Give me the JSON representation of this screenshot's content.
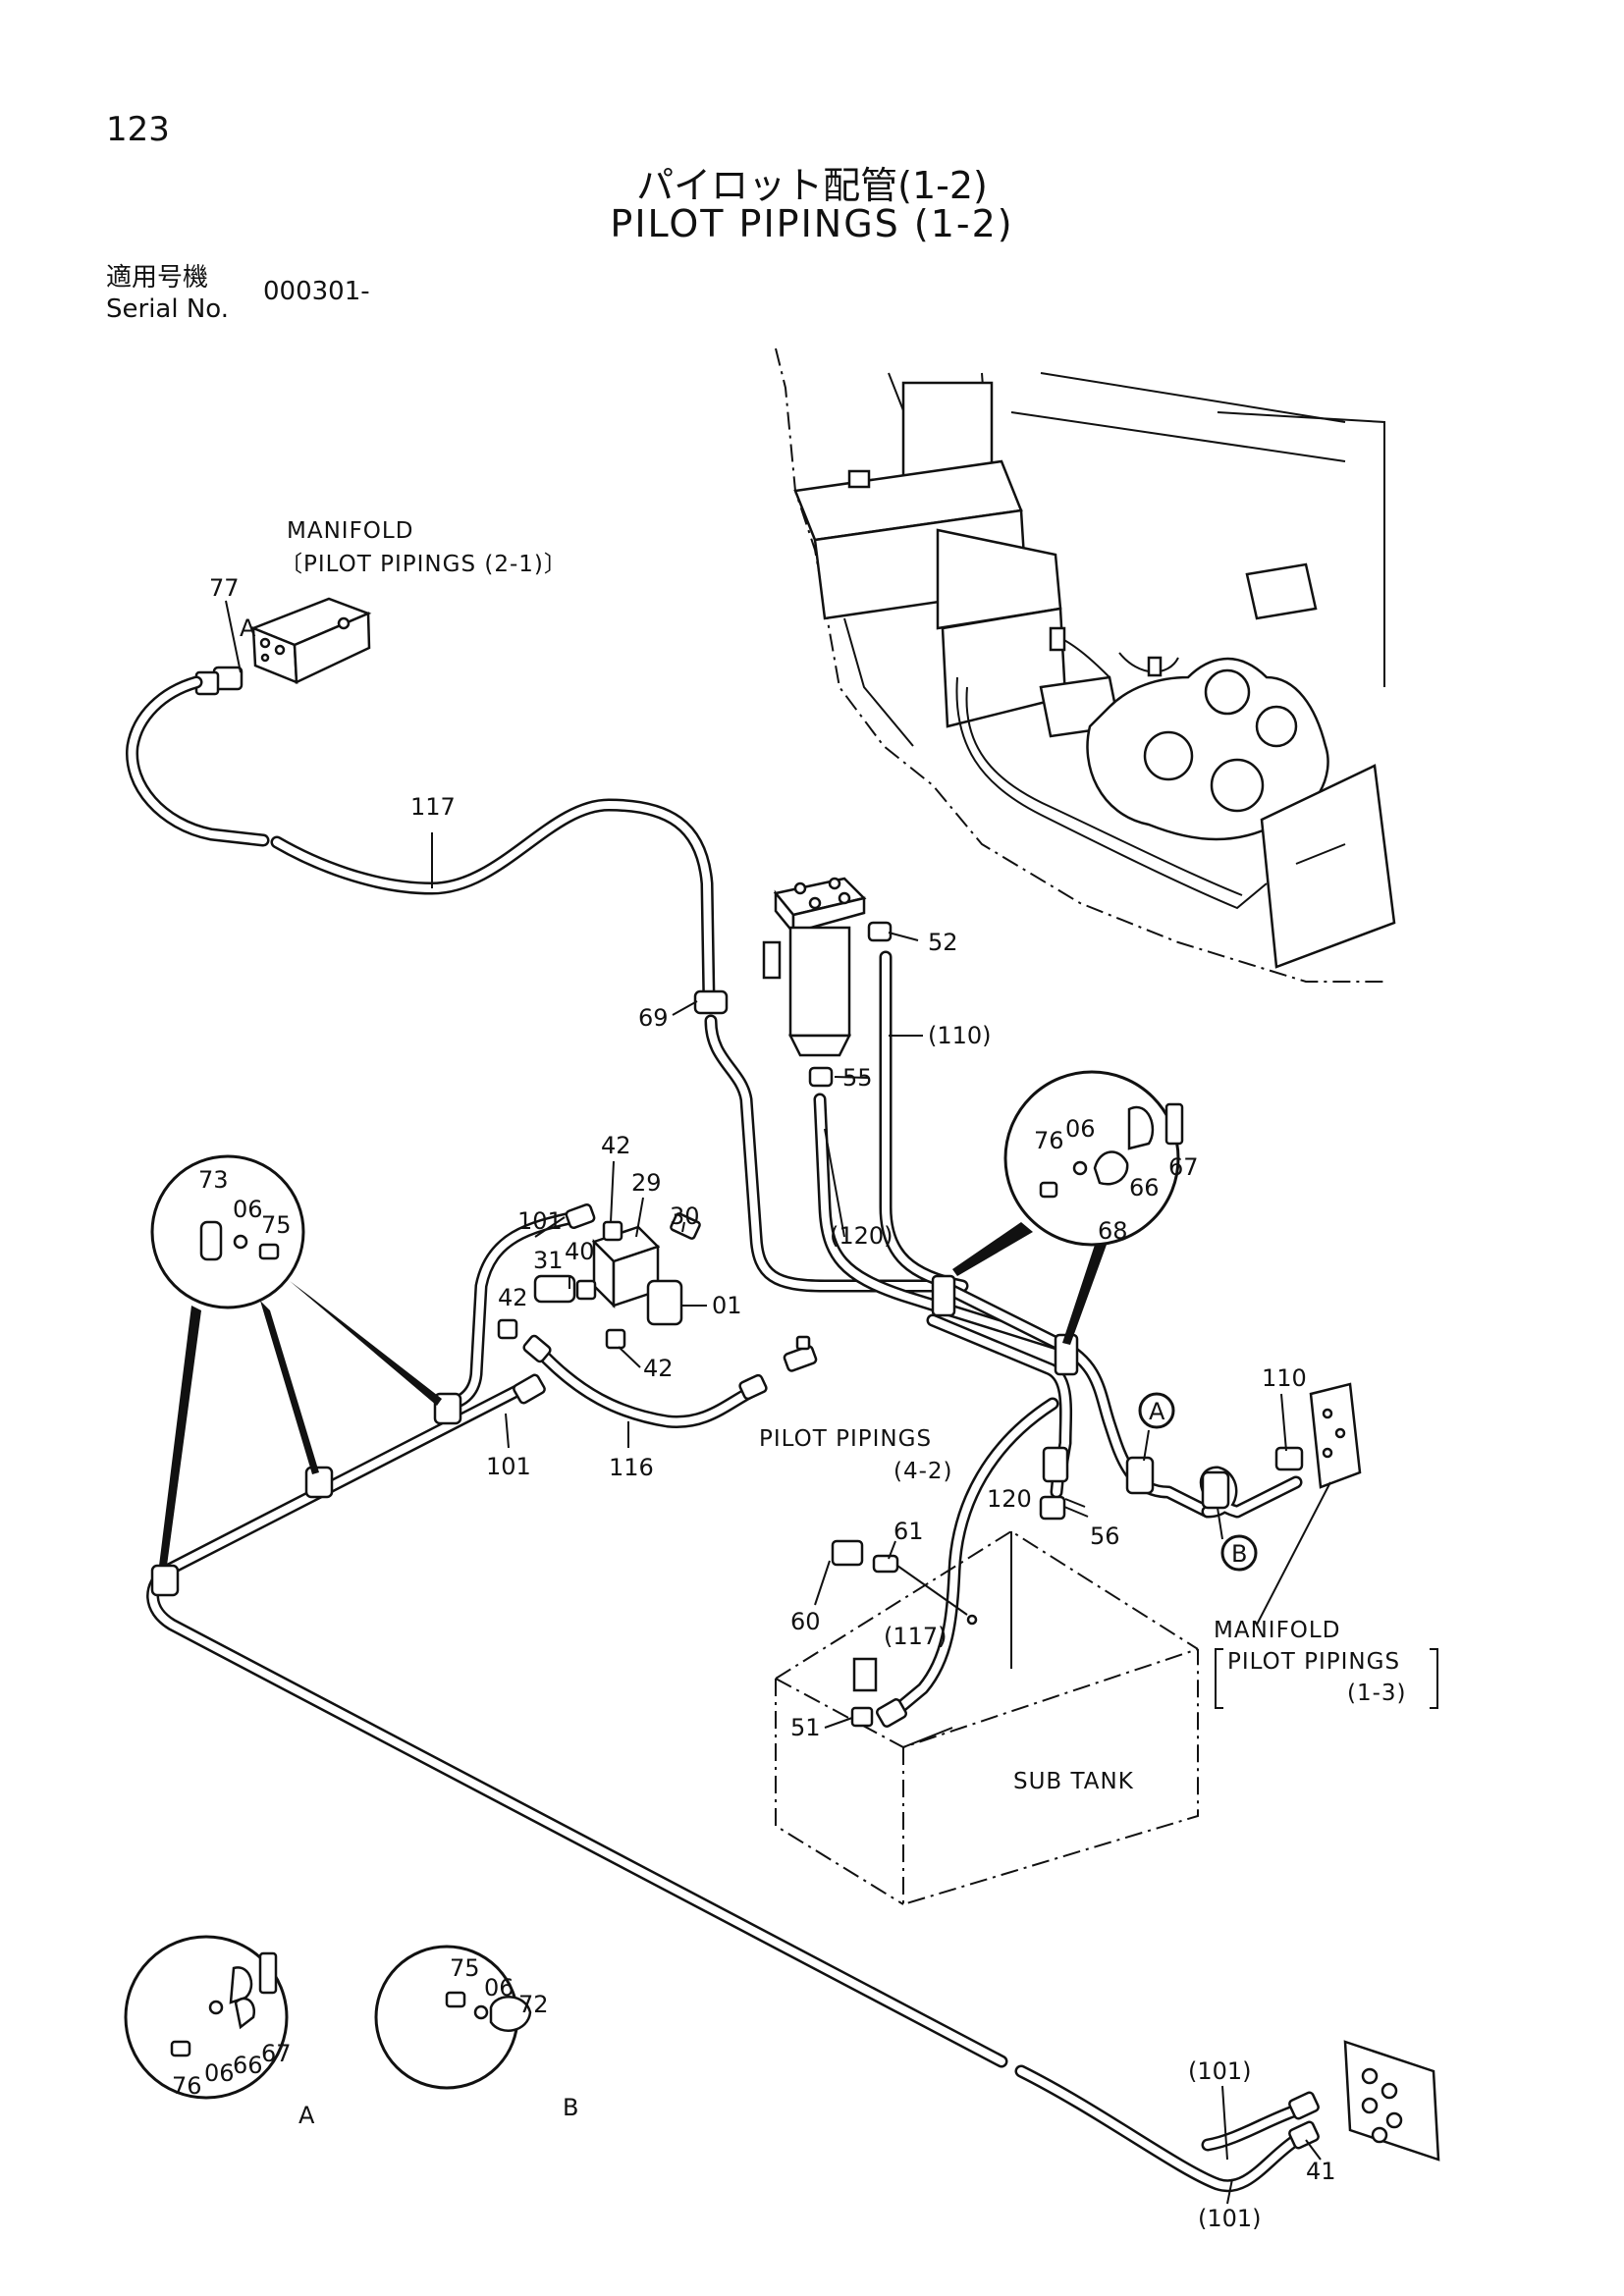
{
  "header": {
    "page_number": "123",
    "title_jp": "パイロット配管(1-2)",
    "title_en": "PILOT PIPINGS (1-2)",
    "serial_label_jp": "適用号機",
    "serial_label_en": "Serial No.",
    "serial_value": "000301-"
  },
  "callouts": {
    "manifold_top_l1": "MANIFOLD",
    "manifold_top_l2": "〔PILOT PIPINGS (2-1)〕",
    "pilot_pipings_l1": "PILOT PIPINGS",
    "pilot_pipings_l2": "(4-2)",
    "manifold_right_l1": "MANIFOLD",
    "manifold_right_l2": "PILOT PIPINGS",
    "manifold_right_l3": "(1-3)",
    "sub_tank": "SUB TANK"
  },
  "part_labels": {
    "p77": "77",
    "pA_top": "A",
    "p117": "117",
    "p69": "69",
    "p52": "52",
    "p110p": "(110)",
    "p55": "55",
    "p120p": "(120)",
    "p42a": "42",
    "p29": "29",
    "p101a": "101",
    "p30": "30",
    "p31": "31",
    "p40": "40",
    "p01": "01",
    "p42b": "42",
    "p42c": "42",
    "p116": "116",
    "p101b": "101",
    "p73": "73",
    "p06a": "06",
    "p75a": "75",
    "p76a": "76",
    "p06b": "06",
    "p66a": "66",
    "p67a": "67",
    "p68": "68",
    "p110": "110",
    "pA_circ": "A",
    "pB_circ": "B",
    "p120": "120",
    "p56": "56",
    "p61": "61",
    "p60": "60",
    "p117p": "(117)",
    "p51": "51",
    "p75b": "75",
    "p06c": "06",
    "p72": "72",
    "p76b": "76",
    "p06d": "06",
    "p66b": "66",
    "p67b": "67",
    "pA_det": "A",
    "pB_det": "B",
    "p101p_top": "(101)",
    "p41": "41",
    "p101p_bot": "(101)"
  }
}
